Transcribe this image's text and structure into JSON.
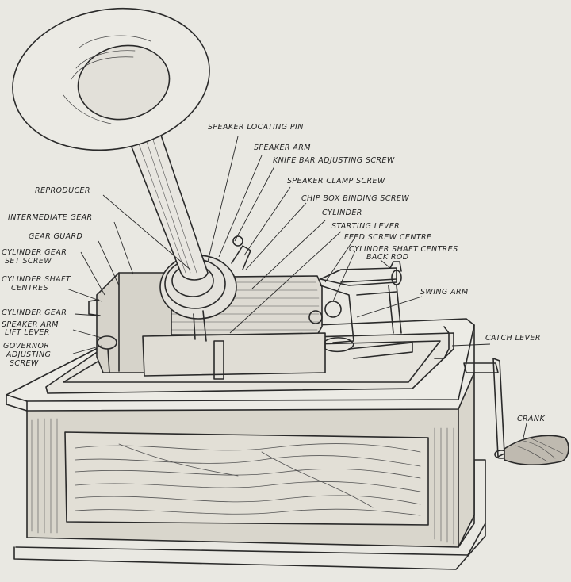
{
  "colors": {
    "paper": "#e9e8e2",
    "ink": "#2a2a2a",
    "wood": "#cfcabd"
  },
  "labels": {
    "speaker_locating_pin": "SPEAKER LOCATING PIN",
    "speaker_arm": "SPEAKER ARM",
    "knife_bar_adjusting_screw": "KNIFE BAR ADJUSTING SCREW",
    "speaker_clamp_screw": "SPEAKER CLAMP SCREW",
    "chip_box_binding_screw": "CHIP BOX BINDING SCREW",
    "cylinder": "CYLINDER",
    "starting_lever": "STARTING LEVER",
    "feed_screw_centre": "FEED SCREW CENTRE",
    "cylinder_shaft_centres_right": "CYLINDER SHAFT CENTRES",
    "back_rod": "BACK ROD",
    "swing_arm": "SWING ARM",
    "catch_lever": "CATCH LEVER",
    "crank": "CRANK",
    "reproducer": "REPRODUCER",
    "intermediate_gear": "INTERMEDIATE GEAR",
    "gear_guard": "GEAR GUARD",
    "cylinder_gear_set_screw_1": "CYLINDER GEAR",
    "cylinder_gear_set_screw_2": "SET SCREW",
    "cylinder_shaft_centres_left_1": "CYLINDER SHAFT",
    "cylinder_shaft_centres_left_2": "CENTRES",
    "cylinder_gear": "CYLINDER GEAR",
    "speaker_arm_lift_lever_1": "SPEAKER ARM",
    "speaker_arm_lift_lever_2": "LIFT LEVER",
    "governor_adjusting_screw_1": "GOVERNOR",
    "governor_adjusting_screw_2": "ADJUSTING",
    "governor_adjusting_screw_3": "SCREW"
  }
}
